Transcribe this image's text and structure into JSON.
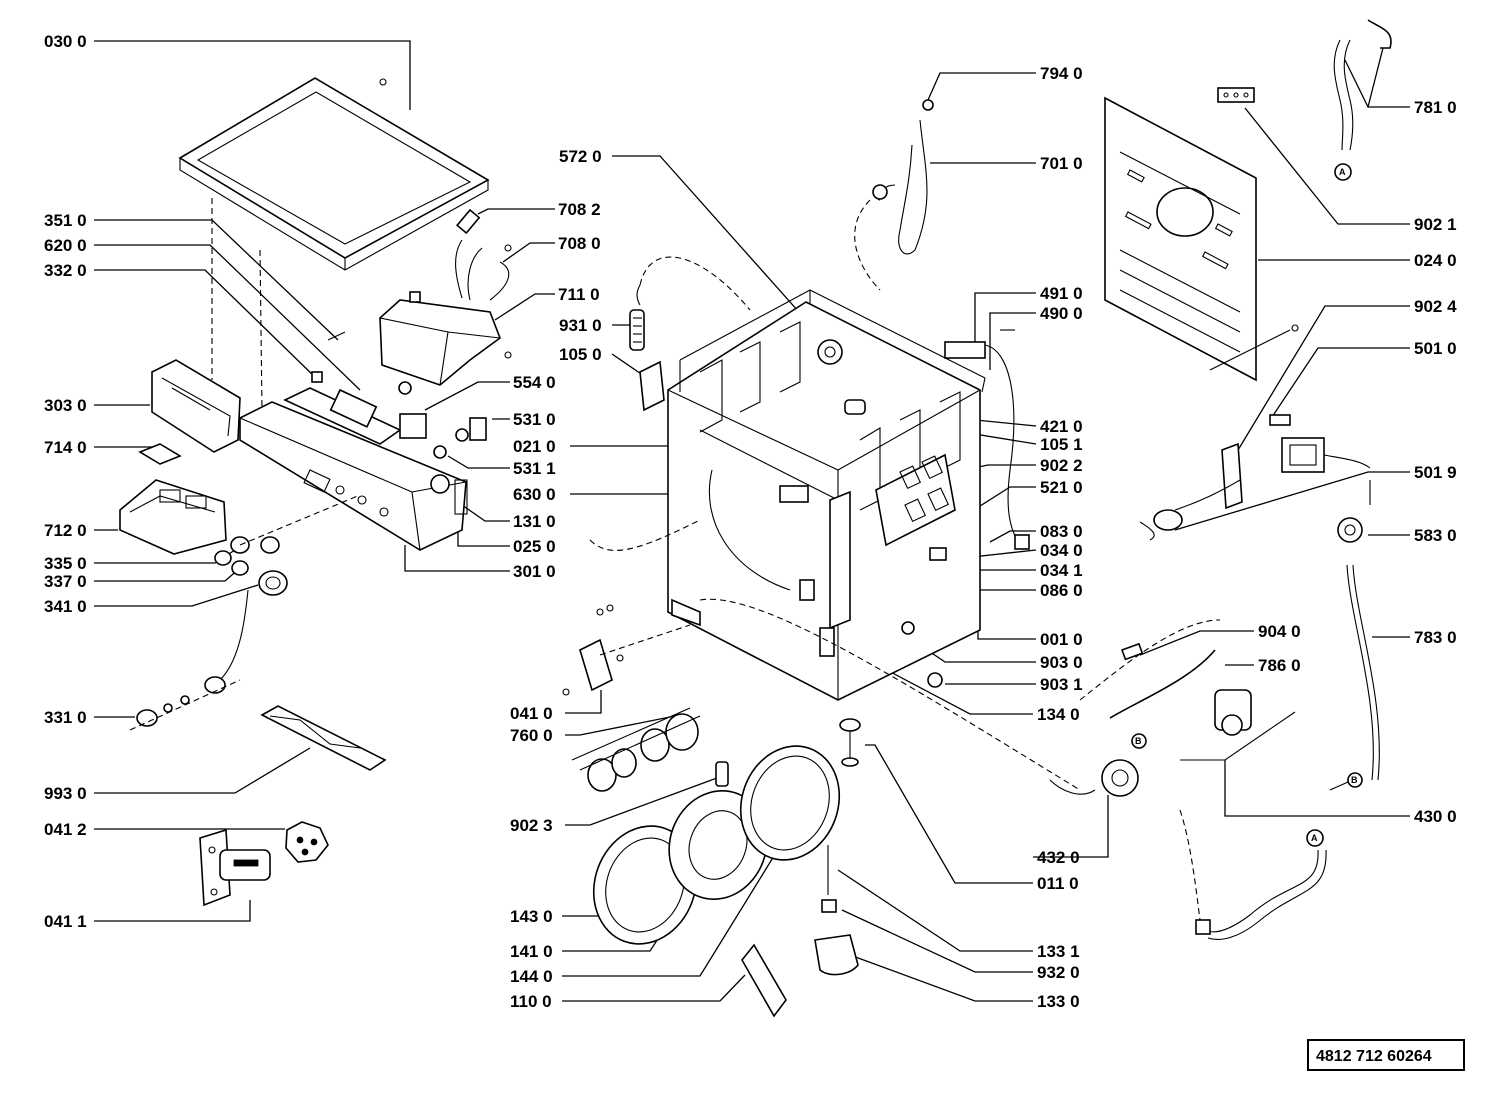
{
  "diagram": {
    "type": "exploded-parts-diagram",
    "reference_number": "4812 712 60264",
    "callout_A": "A",
    "callout_B": "B",
    "labels_left": [
      "030 0",
      "351 0",
      "620 0",
      "332 0",
      "303 0",
      "714 0",
      "712 0",
      "335 0",
      "337 0",
      "341 0",
      "331 0",
      "993 0",
      "041 2",
      "041 1"
    ],
    "labels_center": [
      "708 2",
      "708 0",
      "711 0",
      "931 0",
      "105 0",
      "554 0",
      "531 0",
      "021 0",
      "531 1",
      "630 0",
      "131 0",
      "025 0",
      "301 0",
      "572 0",
      "041 0",
      "760 0",
      "902 3",
      "143 0",
      "141 0",
      "144 0",
      "110 0",
      "011 0",
      "133 1",
      "932 0",
      "133 0",
      "134 0"
    ],
    "labels_right": [
      "794 0",
      "701 0",
      "781 0",
      "902 1",
      "024 0",
      "491 0",
      "490 0",
      "902 4",
      "501 0",
      "421 0",
      "105 1",
      "902 2",
      "501 9",
      "521 0",
      "083 0",
      "034 0",
      "034 1",
      "086 0",
      "583 0",
      "001 0",
      "904 0",
      "903 0",
      "786 0",
      "903 1",
      "783 0",
      "430 0",
      "432 0"
    ]
  }
}
